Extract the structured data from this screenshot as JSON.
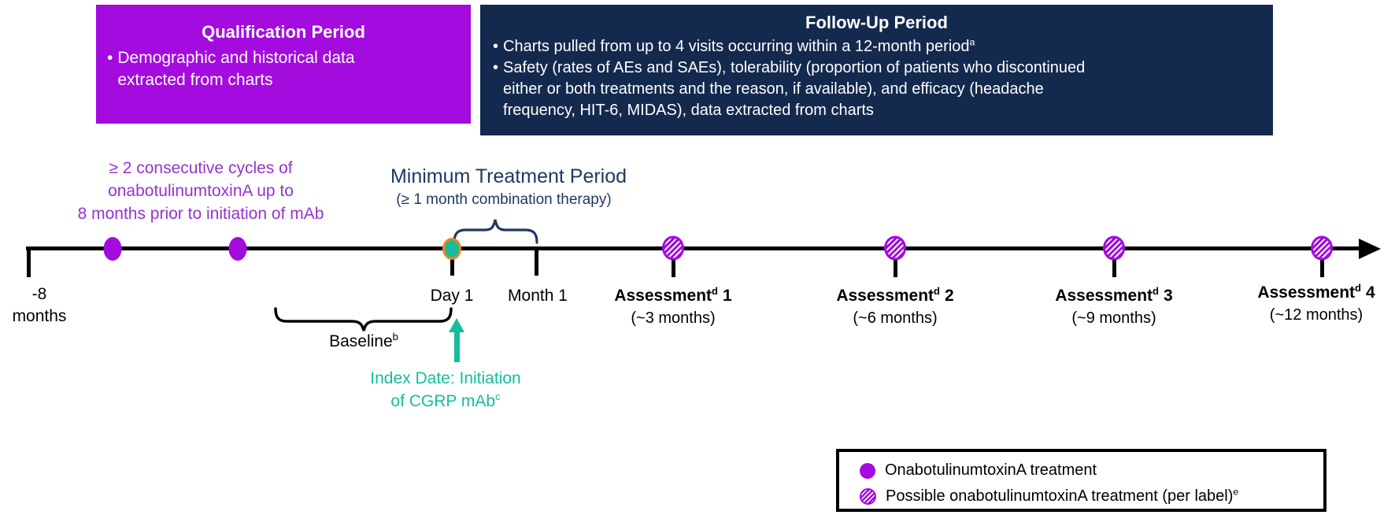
{
  "qualification_box": {
    "title": "Qualification Period",
    "bullet_glyph": "•",
    "bullet_lines": [
      "Demographic and historical data",
      "extracted from charts"
    ]
  },
  "followup_box": {
    "title": "Follow-Up Period",
    "bullet_glyph": "•",
    "bullet1_line1": "Charts pulled from up to 4 visits occurring within a 12-month period",
    "bullet1_sup": "a",
    "bullet2_lines": [
      "Safety (rates of AEs and SAEs), tolerability (proportion of patients who discontinued",
      "either or both treatments and the reason, if available), and efficacy (headache",
      "frequency, HIT-6, MIDAS), data extracted from charts"
    ]
  },
  "pre_period_note": {
    "line1": "≥ 2 consecutive cycles of",
    "line2": "onabotulinumtoxinA up to",
    "line3": "8 months prior to initiation of mAb"
  },
  "treatment_period": {
    "title": "Minimum Treatment Period",
    "subtitle": "(≥ 1 month combination therapy)"
  },
  "timeline": {
    "start_label_line1": "-8",
    "start_label_line2": "months",
    "day1_label": "Day 1",
    "month1_label": "Month 1",
    "baseline_text": "Baseline",
    "baseline_sup": "b",
    "index_line1": "Index Date: Initiation",
    "index_line2": "of CGRP mAb",
    "index_sup": "c",
    "assessments": [
      {
        "name": "Assessment",
        "sup": "d",
        "num": "1",
        "time": "(~3 months)"
      },
      {
        "name": "Assessment",
        "sup": "d",
        "num": "2",
        "time": "(~6 months)"
      },
      {
        "name": "Assessment",
        "sup": "d",
        "num": "3",
        "time": "(~9 months)"
      },
      {
        "name": "Assessment",
        "sup": "d",
        "num": "4",
        "time": "(~12 months)"
      }
    ]
  },
  "legend": {
    "item1": "OnabotulinumtoxinA treatment",
    "item2_text": "Possible onabotulinumtoxinA treatment (per label)",
    "item2_sup": "e"
  },
  "colors": {
    "purple": "#A30BDF",
    "navy": "#14294E",
    "teal": "#14BD9C",
    "orange": "#F58220",
    "purple_text": "#9633CE",
    "heading_navy": "#1F3863"
  }
}
